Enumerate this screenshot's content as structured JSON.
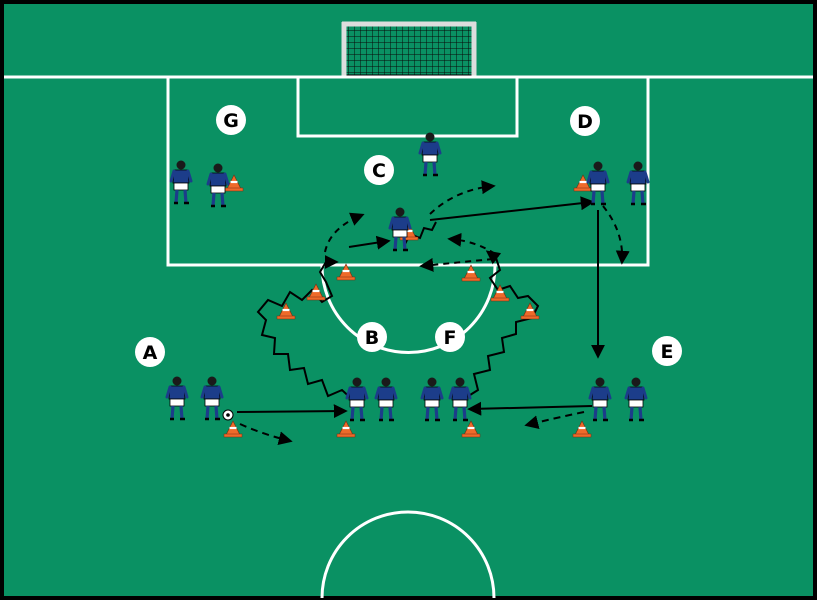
{
  "colors": {
    "pitch": "#0a9163",
    "lines": "#ffffff",
    "kit_shirt": "#1c3d8a",
    "cone": "#ee6a2a",
    "arrow": "#000000"
  },
  "stations": [
    {
      "id": "A",
      "label": "A"
    },
    {
      "id": "B",
      "label": "B"
    },
    {
      "id": "C",
      "label": "C"
    },
    {
      "id": "D",
      "label": "D"
    },
    {
      "id": "E",
      "label": "E"
    },
    {
      "id": "F",
      "label": "F"
    },
    {
      "id": "G",
      "label": "G"
    }
  ],
  "icons": {
    "goal": "goal-net-icon",
    "player": "player-icon",
    "cone": "cone-icon",
    "ball": "ball-icon"
  }
}
